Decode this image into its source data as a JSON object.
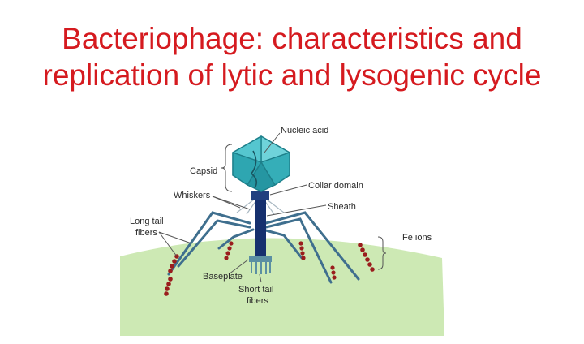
{
  "title": {
    "line1": "Bacteriophage: characteristics and",
    "line2": "replication of lytic and lysogenic cycle"
  },
  "labels": {
    "nucleic_acid": "Nucleic acid",
    "capsid": "Capsid",
    "collar_domain": "Collar domain",
    "whiskers": "Whiskers",
    "sheath": "Sheath",
    "long_tail_fibers_1": "Long tail",
    "long_tail_fibers_2": "fibers",
    "fe_ions": "Fe ions",
    "baseplate": "Baseplate",
    "short_tail_fibers_1": "Short tail",
    "short_tail_fibers_2": "fibers"
  },
  "colors": {
    "title": "#d51a1f",
    "capsid": "#3fb8c2",
    "capsid_dark": "#1d7f8a",
    "sheath": "#16306e",
    "fibers": "#3f6f8e",
    "fe_beads": "#9a1d1d",
    "cell_surface": "#cde9b4"
  }
}
